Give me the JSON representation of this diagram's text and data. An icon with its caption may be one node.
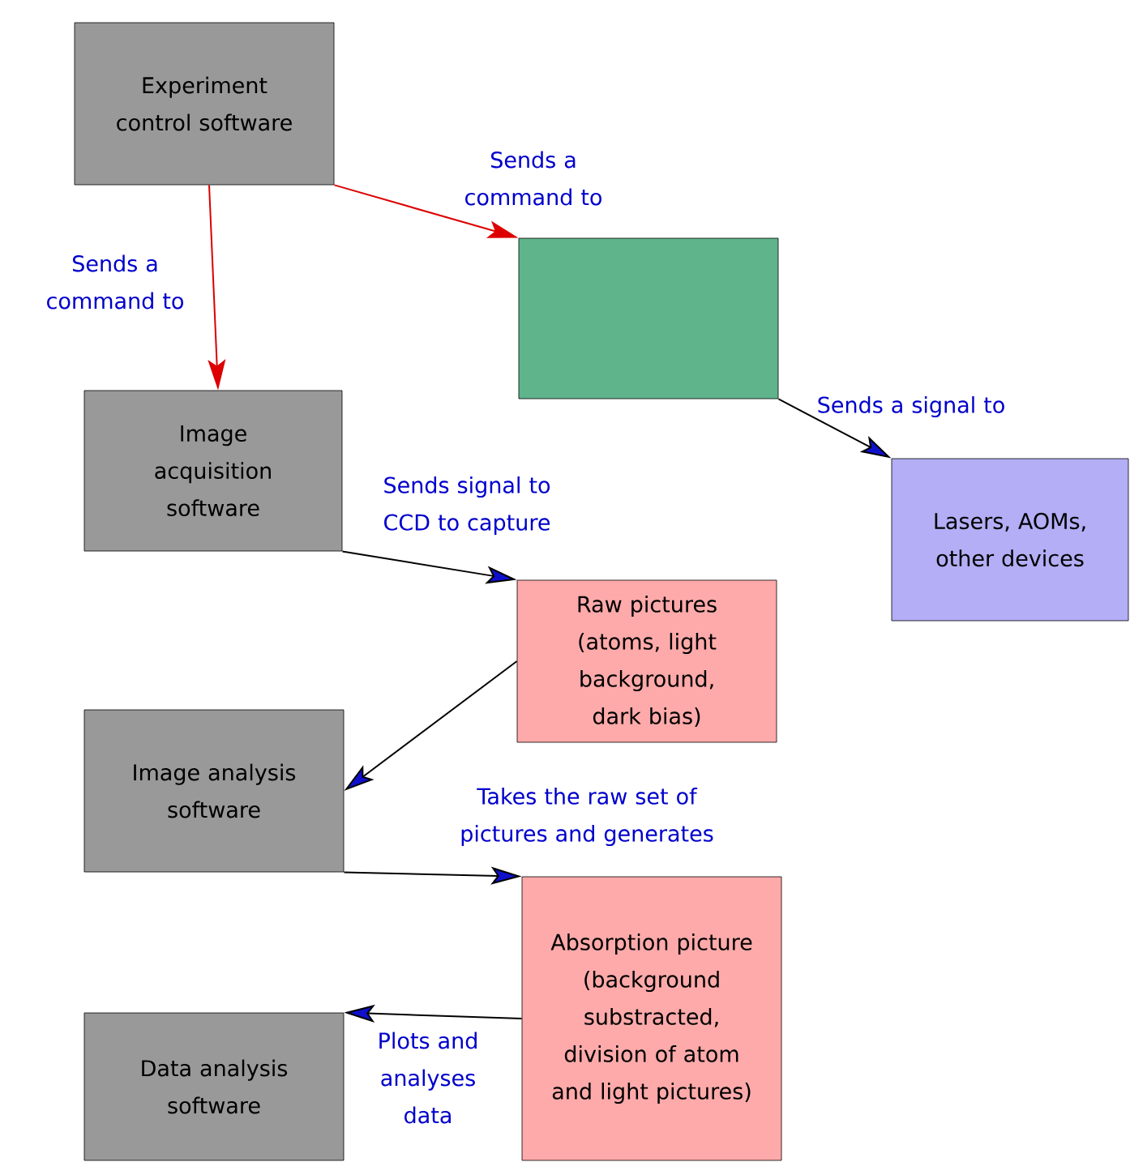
{
  "diagram": {
    "nodes": [
      {
        "text": [
          "Experiment control software"
        ]
      },
      {
        "text": [],
        "shape": "box"
      },
      {
        "text": [
          "Image acquisition software"
        ]
      },
      {
        "text": [
          "Lasers, AOMs, other devices"
        ]
      },
      {
        "text": [
          "Raw pictures (atoms, light background, dark bias)"
        ]
      },
      {
        "text": [
          "Image analysis software"
        ]
      },
      {
        "text": [
          "Absorption picture (background substracted, division of atom and light pictures)"
        ]
      },
      {
        "text": [
          "Data analysis software"
        ]
      }
    ],
    "edges": [
      {
        "from": 0,
        "to": 1,
        "arrow": "to",
        "label": "Sends a command to",
        "color": "#dd0000"
      },
      {
        "from": 0,
        "to": 2,
        "arrow": "to",
        "label": "Sends a command to",
        "color": "#dd0000"
      },
      {
        "from": 1,
        "to": 3,
        "arrow": "to",
        "label": "Sends a signal to"
      },
      {
        "from": 2,
        "to": 4,
        "arrow": "to",
        "label": "Sends signal to CCD to capture"
      },
      {
        "from": 4,
        "to": 5,
        "arrow": "to"
      },
      {
        "from": 5,
        "to": 6,
        "arrow": "to",
        "label": "Takes the raw set of pictures and generates"
      },
      {
        "from": 6,
        "to": 7,
        "arrow": "to",
        "label": "Plots and analyses data"
      }
    ]
  }
}
